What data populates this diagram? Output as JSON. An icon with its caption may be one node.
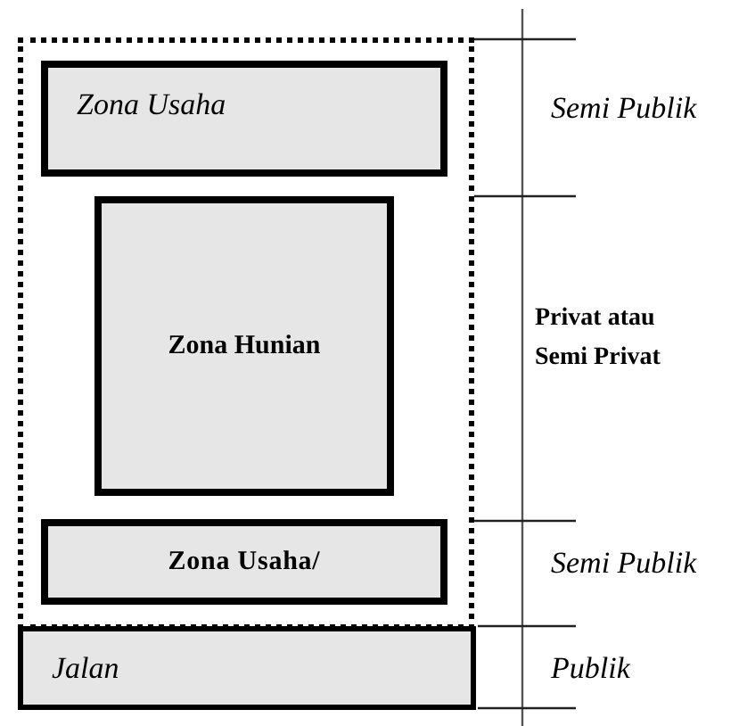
{
  "diagram": {
    "nodes": [
      {
        "text": [],
        "shape": "box"
      },
      {
        "text": [
          "Zona Usaha"
        ],
        "in": 0
      },
      {
        "text": [
          "Zona Hunian"
        ],
        "in": 0
      },
      {
        "text": [
          "Zona Usaha/"
        ],
        "in": 0
      },
      {
        "text": [
          "Jalan"
        ]
      }
    ],
    "labels": [
      "Semi Publik",
      "Privat atau Semi Privat",
      "Semi Publik",
      "Publik"
    ]
  }
}
